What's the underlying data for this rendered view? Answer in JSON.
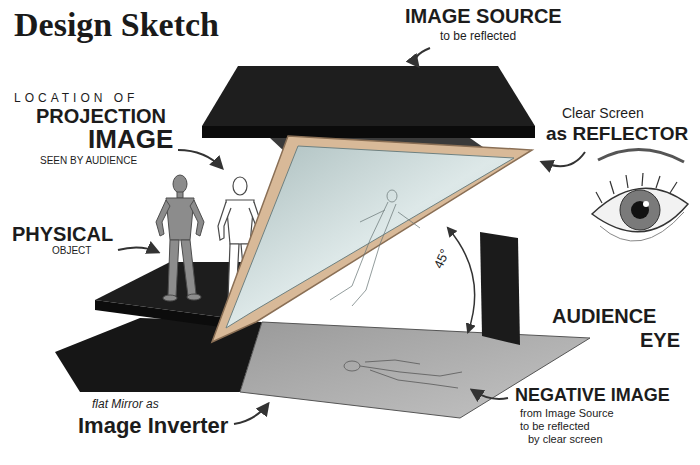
{
  "diagram": {
    "title": "Design Sketch",
    "labels": [
      "IMAGE SOURCE",
      "to be reflected",
      "LOCATION OF",
      "PROJECTION",
      "IMAGE",
      "SEEN BY AUDIENCE",
      "Clear Screen",
      "as REFLECTOR",
      "PHYSICAL",
      "OBJECT",
      "45°",
      "AUDIENCE",
      "EYE",
      "NEGATIVE IMAGE",
      "from Image Source",
      "to be reflected",
      "by clear screen",
      "flat Mirror as",
      "Image Inverter"
    ]
  }
}
